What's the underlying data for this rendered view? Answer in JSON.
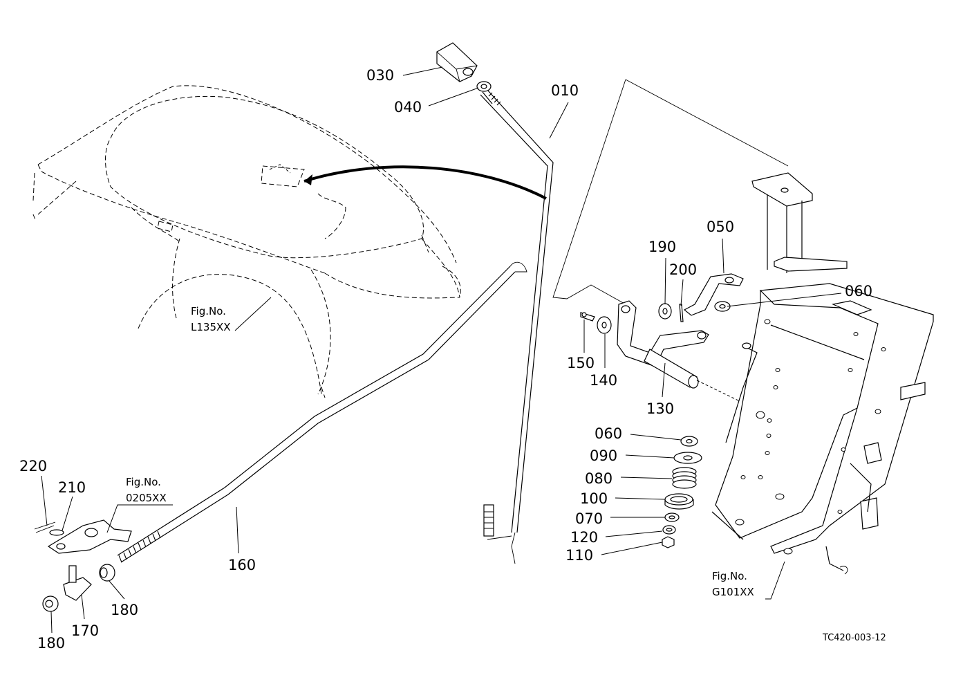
{
  "labels": {
    "p010": "010",
    "p030": "030",
    "p040": "040",
    "p050": "050",
    "p060a": "060",
    "p060b": "060",
    "p070": "070",
    "p080": "080",
    "p090": "090",
    "p100": "100",
    "p110": "110",
    "p120": "120",
    "p130": "130",
    "p140": "140",
    "p150": "150",
    "p160": "160",
    "p170": "170",
    "p180a": "180",
    "p180b": "180",
    "p190": "190",
    "p200": "200",
    "p210": "210",
    "p220": "220"
  },
  "figure_refs": {
    "body": {
      "prefix": "Fig.No.",
      "code": "L135XX"
    },
    "bracket": {
      "prefix": "Fig.No.",
      "code": "0205XX"
    },
    "frame": {
      "prefix": "Fig.No.",
      "code": "G101XX"
    }
  },
  "drawing_code": "TC420-003-12"
}
